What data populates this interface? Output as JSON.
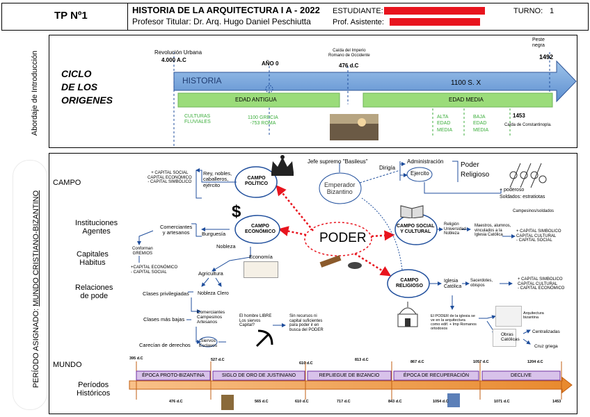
{
  "header": {
    "tp_label": "TP Nº1",
    "title": "HISTORIA DE LA ARQUITECTURA I A - 2022",
    "professor": "Profesor Titular: Dr. Arq. Hugo Daniel Peschiutta",
    "student_label": "ESTUDIANTE:",
    "assistant_label": "Prof. Asistente:",
    "turno_label": "TURNO:",
    "turno_value": "1"
  },
  "sidebar": {
    "top": "Abordaje de Introducción",
    "bottom_prefix": "PERÍODO ASIGNADO:",
    "bottom_period": "MUNDO CRISTIANO-BIZANTINO"
  },
  "intro": {
    "ciclo_title": "CICLO\nDE LOS\nORIGENES",
    "events": [
      {
        "label": "Revolución Urbana",
        "date": "4.000 A.C"
      },
      {
        "label": "AÑO 0",
        "date": ""
      },
      {
        "label": "Caída del Imperio\nRomano de Occidente",
        "date": "476 d.C"
      },
      {
        "label": "Peste\nnegra",
        "date": "1492"
      }
    ],
    "historia_label": "HISTORIA",
    "century_label": "1100 S. X",
    "edad_antigua": "EDAD ANTIGUA",
    "edad_media": "EDAD MEDIA",
    "culturas": "CULTURAS\nFLUVIALES",
    "grecia": "1100 GRECIA\n-753 ROMA",
    "alta": "ALTA\nEDAD\nMEDIA",
    "baja": "BAJA\nEDAD\nMEDIA",
    "constantinopla_year": "1453",
    "constantinopla": "Caída de Constantinopla."
  },
  "sections": {
    "campo": "CAMPO",
    "instituciones": "Instituciones\nAgentes",
    "capitales": "Capitales\nHabitus",
    "relaciones": "Relaciones\nde pode",
    "mundo": "MUNDO",
    "periodos": "Períodos\nHistóricos"
  },
  "campos": {
    "politico": "CAMPO\nPOLÍTICO",
    "economico": "CAMPO\nECONÓMICO",
    "social": "CAMPO SOCIAL\nY CULTURAL",
    "religioso": "CAMPO\nRELIGIOSO",
    "poder": "PODER",
    "emperador": "Emperador\nBizantino"
  },
  "texts": {
    "cap_social_1": "+ CAPITAL SOCIAL\nCAPITAL ECONÓMICO\n- CAPITAL SIMBÓLICO",
    "rey": "Rey, nobles,\ncaballeros,\nejército",
    "jefe": "Jefe supremo \"Basileus\"",
    "dirigia": "Dirigía",
    "administracion": "Administración",
    "ejercito": "Ejercito",
    "poder_religioso": "Poder\nReligioso",
    "poderoso": "+ poderoso\nSoldados: estratiotas",
    "campesinos": "Campesinos/soldados",
    "comerciantes": "Comerciantes\ny artesanos",
    "burguesia": "Burguesía",
    "nobleza": "Nobleza",
    "conforman": "Conforman\nGREMIOS",
    "cap_econ_2": "+CAPITAL ECONÓMICO\n- CAPITAL SOCIAL",
    "economia": "Economía",
    "agricultura": "Agricultura",
    "clases_priv": "Clases privilegiadas",
    "nobleza2": "Nobleza",
    "clero": "Clero",
    "clases_bajas": "Clases más bajas",
    "comerciantes2": "Comerciantes\nCampesinos\nArtesanos",
    "carecian": "Carecían de derechos",
    "siervos": "Siervos\nEsclavos",
    "hombre_libre": "El hombre LIBRE\nLos siervos\nCapital?",
    "sin_recursos": "Sin recursos ni\ncapital suficientes\npara poder ir en\nbusca del PODER",
    "religion": "Religión\nUniversidad\nNobleza",
    "maestros": "Maestros, alumnos,\nvinculados a la\nIglesia Católica",
    "cap_simb_1": "+ CAPITAL SIMBOLICO\nCAPITAL CULTURAL\n- CAPITAL SOCIAL",
    "iglesia": "Iglesia\nCatólica",
    "sacerdotes": "Sacerdotes,\nobispos",
    "cap_simb_2": "+ CAPITAL SIMBOLICO\nCAPITAL CULTURAL\n- CAPITAL ECONÓMICO",
    "poder_iglesia": "El PODER de la iglesia se\nve en la arquitectura\ncomo edif. + Imp Romanos\nortodoxos",
    "arquitectura": "Arquitectura\nbizantina",
    "obras": "Obras\nCatólicas",
    "centralizadas": "Centralizadas",
    "cruz": "Cruz griega"
  },
  "timeline": {
    "periods": [
      "ÉPOCA PROTO-BIZANTINA",
      "SIGLO DE ORO DE JUSTINIANO",
      "REPLIEGUE DE BIZANCIO",
      "ÉPOCA DE RECUPERACIÓN",
      "DECLIVE"
    ],
    "top_years": [
      "395 d.C",
      "527 d.C",
      "610 d.C",
      "813 d.C",
      "867 d.C",
      "1057 d.C",
      "1204 d.C"
    ],
    "bottom_years": [
      "476 d.C",
      "565 d.C",
      "610 d.C",
      "717 d.C",
      "843 d.C",
      "1054 d.C",
      "1071 d.C",
      "1453"
    ]
  },
  "colors": {
    "accent_blue": "#1f4e9c",
    "green": "#3cae3c",
    "red": "#e8141e",
    "orange": "#e87722",
    "purple": "#7030a0"
  }
}
